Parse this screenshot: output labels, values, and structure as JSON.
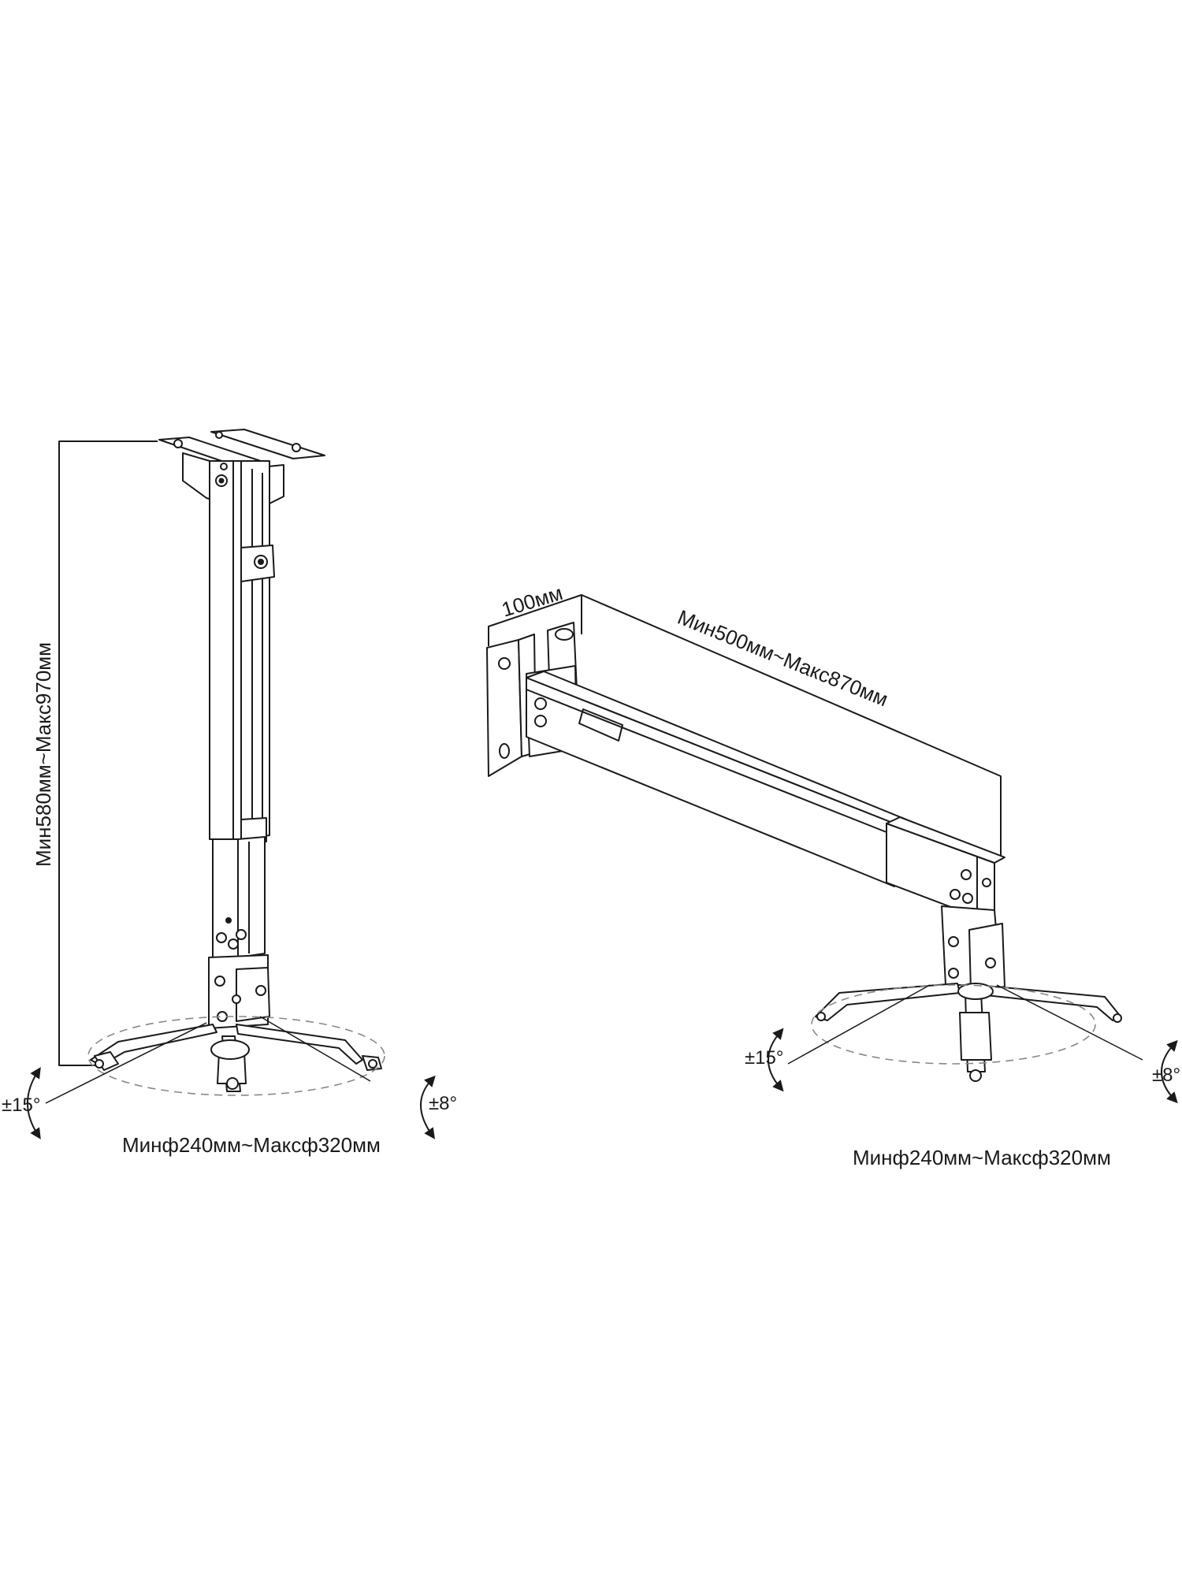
{
  "ceiling_mount": {
    "height_label": "Мин580мм~Макс970мм",
    "diameter_label": "Минф240мм~Максф320мм",
    "tilt_label": "±15°",
    "swivel_label": "±8°"
  },
  "wall_mount": {
    "offset_label": "100мм",
    "length_label": "Мин500мм~Макс870мм",
    "diameter_label": "Минф240мм~Максф320мм",
    "tilt_label": "±15°",
    "swivel_label": "±8°"
  },
  "colors": {
    "line": "#1a1a1a",
    "dashed": "#888888",
    "background": "#ffffff"
  }
}
